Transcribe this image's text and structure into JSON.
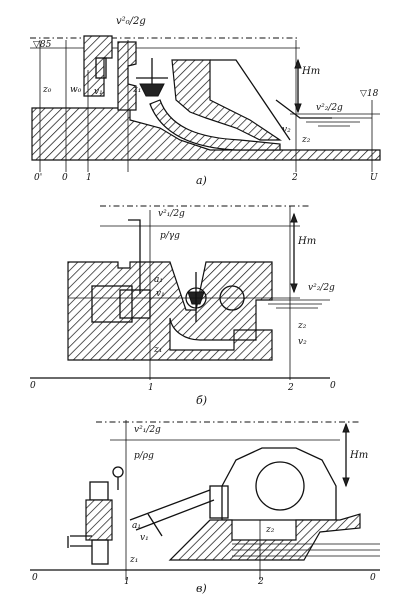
{
  "panels": {
    "a": {
      "caption": "а)",
      "labels": {
        "frac_top": "v²₀/2g",
        "upper_level": "▽85",
        "tail_level": "▽18",
        "z0": "z₀",
        "w0": "w₀",
        "v1": "v₁",
        "z1": "z₁",
        "ht": "Hт",
        "frac_tail": "v²₂/2g",
        "v2": "v₂",
        "z2": "z₂",
        "sec_0p": "0'",
        "sec_0": "0",
        "sec_1": "1",
        "sec_2": "2",
        "sec_u": "U"
      }
    },
    "b": {
      "caption": "б)",
      "labels": {
        "frac_top": "v²₁/2g",
        "frac_p": "p/γg",
        "a1": "a₁",
        "v1": "v₁",
        "ht": "Hт",
        "frac_tail": "v²₂/2g",
        "z2": "z₂",
        "v2": "v₂",
        "z1": "z₁",
        "sec_0l": "0",
        "sec_1": "1",
        "sec_2": "2",
        "sec_0r": "0"
      }
    },
    "c": {
      "caption": "в)",
      "labels": {
        "frac_top": "v²₁/2g",
        "frac_p": "p/ρg",
        "ht": "Hт",
        "a1": "a₁",
        "v1": "v₁",
        "z2": "z₂",
        "z1": "z₁",
        "sec_0l": "0",
        "sec_1": "1",
        "sec_2": "2",
        "sec_0r": "0"
      }
    }
  },
  "icons": [
    "pressure-gauge-icon",
    "valve-icon",
    "runner-icon"
  ]
}
